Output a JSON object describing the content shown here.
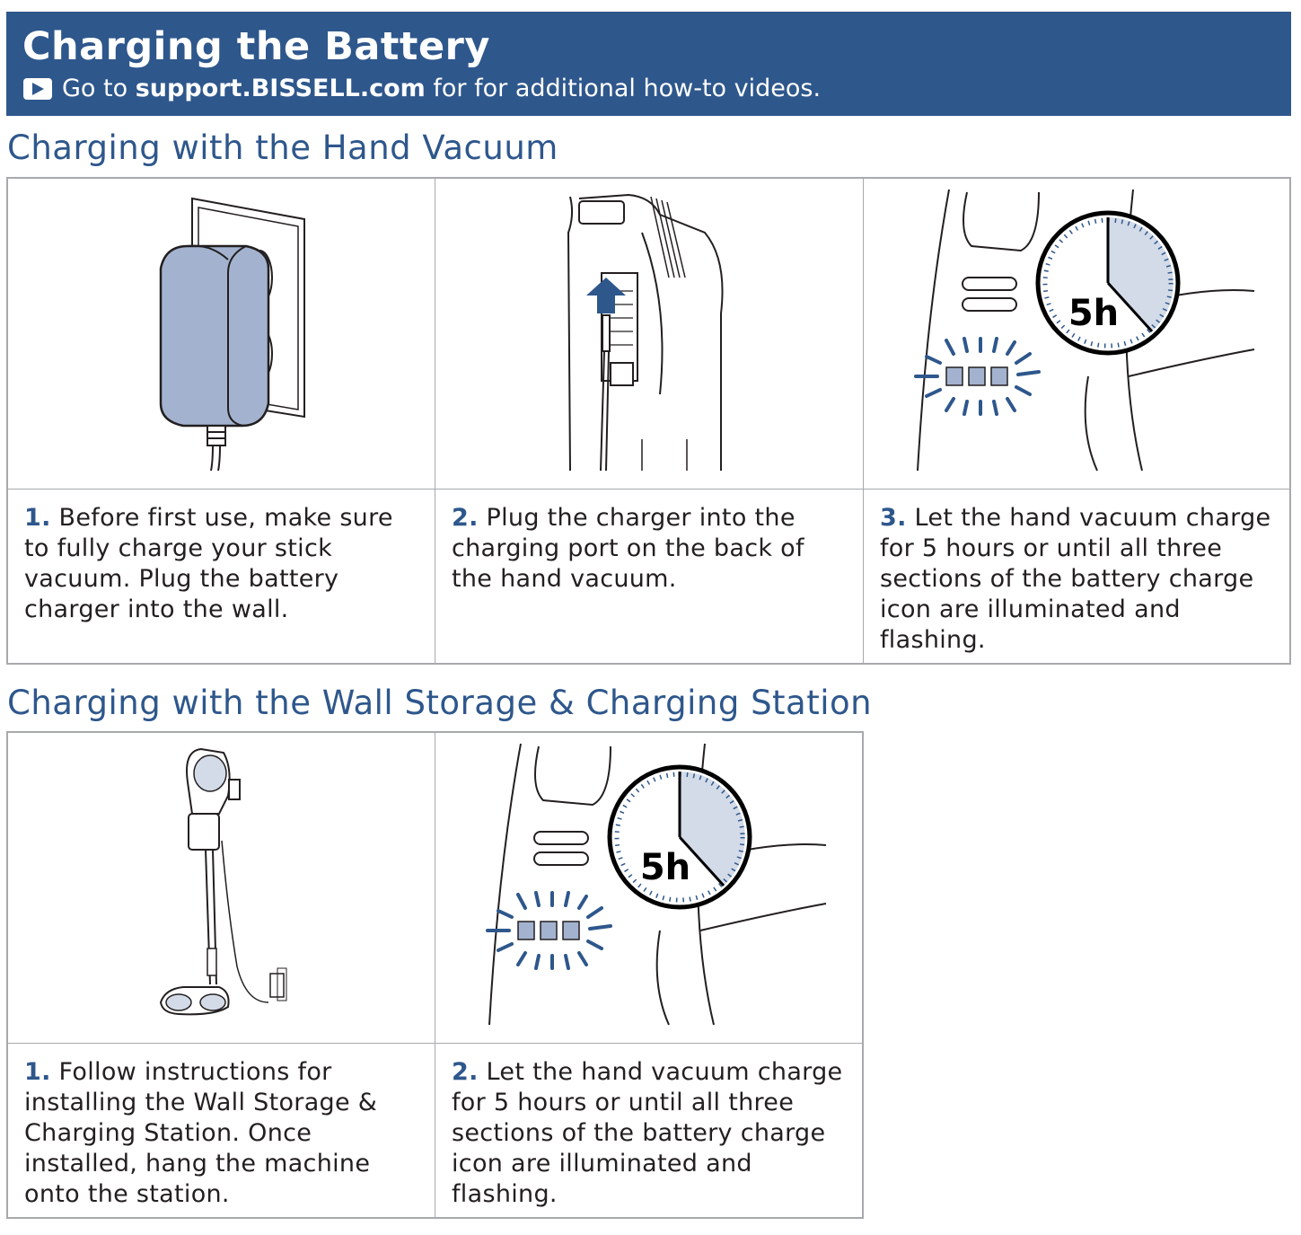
{
  "header": {
    "title": "Charging the Battery",
    "sub_prefix": "Go to",
    "sub_link": "support.BISSELL.com",
    "sub_suffix": "for for additional how-to videos."
  },
  "section1": {
    "title": "Charging with the Hand Vacuum",
    "steps": [
      {
        "num": "1.",
        "text": "Before first use, make sure to fully charge your stick vacuum. Plug the battery charger into the wall."
      },
      {
        "num": "2.",
        "text": "Plug the charger into the charging port on the back of the hand vacuum."
      },
      {
        "num": "3.",
        "text": "Let the hand vacuum charge for 5 hours or until all three sections of the battery charge icon are illuminated and flashing."
      }
    ]
  },
  "section2": {
    "title": "Charging with the Wall Storage & Charging Station",
    "steps": [
      {
        "num": "1.",
        "text": "Follow instructions for installing the Wall Storage & Charging Station. Once installed, hang the machine onto the station."
      },
      {
        "num": "2.",
        "text": "Let the hand vacuum charge for 5 hours or until all three sections of the battery charge icon are illuminated and flashing."
      }
    ]
  },
  "timer_label": "5h",
  "colors": {
    "brand_blue": "#2e578c",
    "charger_fill": "#a3b3cf",
    "timer_fill": "#d3dbe8",
    "border": "#a7a9ac"
  }
}
